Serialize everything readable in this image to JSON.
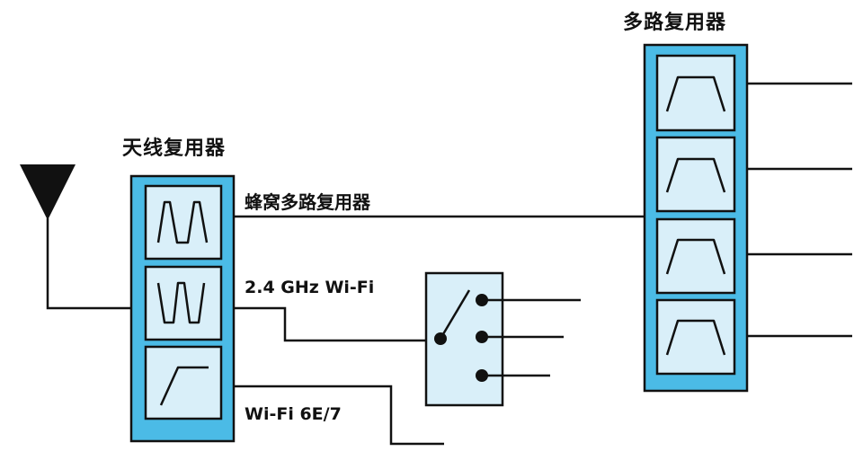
{
  "colors": {
    "module_fill": "#4bbbe6",
    "filter_fill": "#d9eff9",
    "stroke": "#111111"
  },
  "antenna_mux": {
    "title": "天线复用器",
    "filters": [
      {
        "type": "dual-bandpass",
        "icon": "dual-bandpass-filter-icon"
      },
      {
        "type": "dual-bandstop",
        "icon": "dual-bandstop-filter-icon"
      },
      {
        "type": "highpass",
        "icon": "highpass-filter-icon"
      }
    ]
  },
  "outputs": {
    "cellular": "蜂窝多路复用器",
    "wifi24": "2.4 GHz Wi-Fi",
    "wifi6e": "Wi-Fi 6E/7"
  },
  "multiplexer": {
    "title": "多路复用器",
    "filters": [
      {
        "type": "bandpass",
        "icon": "bandpass-filter-icon"
      },
      {
        "type": "bandpass",
        "icon": "bandpass-filter-icon"
      },
      {
        "type": "bandpass",
        "icon": "bandpass-filter-icon"
      },
      {
        "type": "bandpass",
        "icon": "bandpass-filter-icon"
      }
    ]
  },
  "switch": {
    "type": "SP3T",
    "throws": 3,
    "selected_throw": 1
  }
}
